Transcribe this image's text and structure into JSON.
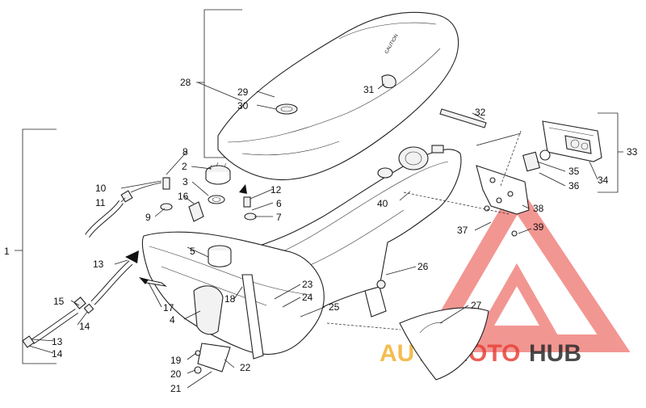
{
  "callouts": {
    "c1": "1",
    "c2": "2",
    "c3": "3",
    "c4": "4",
    "c5": "5",
    "c6": "6",
    "c7": "7",
    "c8": "8",
    "c9": "9",
    "c10": "10",
    "c11": "11",
    "c12": "12",
    "c13a": "13",
    "c13b": "13",
    "c14a": "14",
    "c14b": "14",
    "c15": "15",
    "c16": "16",
    "c17": "17",
    "c18": "18",
    "c19": "19",
    "c20": "20",
    "c21": "21",
    "c22": "22",
    "c23": "23",
    "c24": "24",
    "c25": "25",
    "c26": "26",
    "c27": "27",
    "c28": "28",
    "c29": "29",
    "c30": "30",
    "c31": "31",
    "c32": "32",
    "c33": "33",
    "c34": "34",
    "c35": "35",
    "c36": "36",
    "c37": "37",
    "c38": "38",
    "c39": "39",
    "c40": "40"
  },
  "seat_label": "CAUTION",
  "watermark": {
    "text_auto": "AUTO",
    "text_moto": "MOTO",
    "text_hub": "HUB",
    "color_primary": "#e8423a",
    "color_secondary": "#f2b233",
    "color_dark": "#2b2b2b"
  }
}
